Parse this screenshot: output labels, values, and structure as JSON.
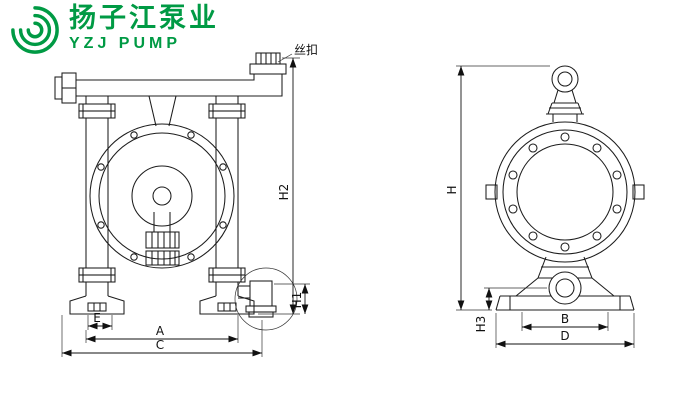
{
  "page": {
    "background": "#ffffff"
  },
  "logo": {
    "icon": "swirl-logo-icon",
    "company_cn": "扬子江泵业",
    "company_en": "YZJ PUMP",
    "brand_color": "#009a44"
  },
  "drawing": {
    "line_color": "#1c1c1c",
    "annotations": {
      "thread_label": "丝扣"
    },
    "front_view": {
      "dimensions": {
        "H2": "H2",
        "H1": "H1",
        "E": "E",
        "A": "A",
        "C": "C"
      }
    },
    "side_view": {
      "dimensions": {
        "H": "H",
        "H3": "H3",
        "B": "B",
        "D": "D"
      }
    }
  }
}
